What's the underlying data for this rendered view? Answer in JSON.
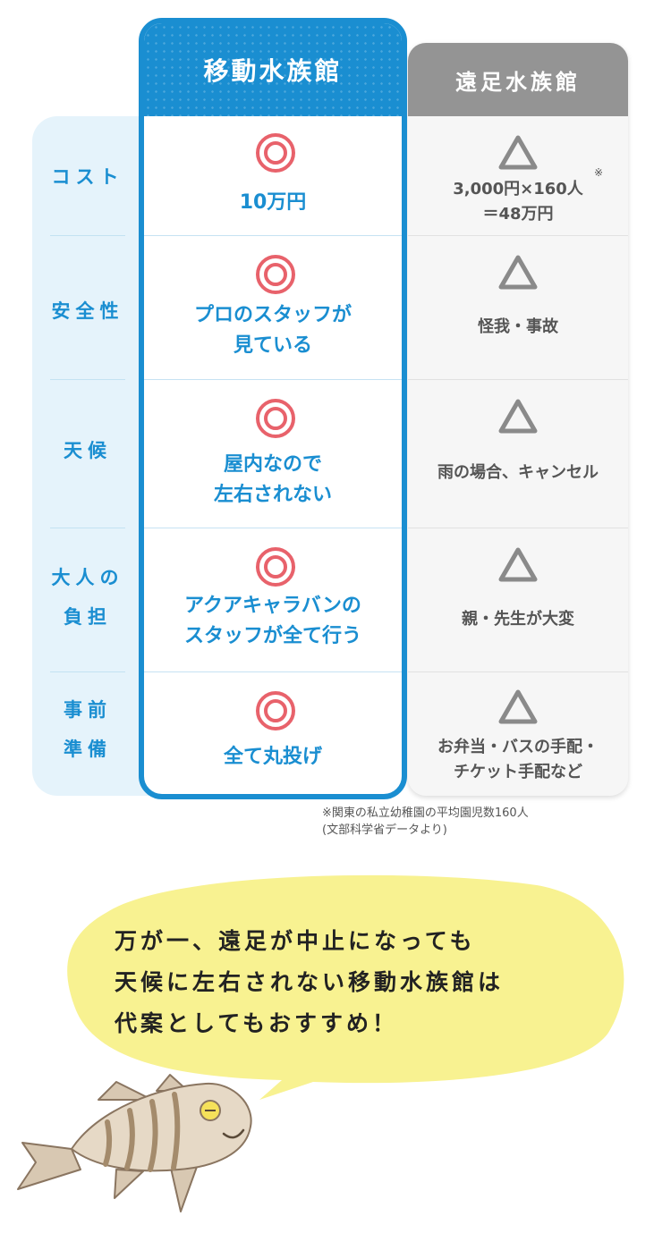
{
  "header": {
    "mobile_aquarium": "移動水族館",
    "field_trip_aquarium": "遠足水族館"
  },
  "rows": [
    {
      "label": "コスト",
      "mobile_text": "10万円",
      "trip_text": "3,000円×160人\n＝48万円",
      "trip_mark": "triangle",
      "mobile_mark": "double-circle"
    },
    {
      "label": "安全性",
      "mobile_text": "プロのスタッフが\n見ている",
      "trip_text": "怪我・事故",
      "trip_mark": "triangle",
      "mobile_mark": "double-circle"
    },
    {
      "label": "天候",
      "mobile_text": "屋内なので\n左右されない",
      "trip_text": "雨の場合、キャンセル",
      "trip_mark": "triangle",
      "mobile_mark": "double-circle"
    },
    {
      "label": "大人の\n負担",
      "mobile_text": "アクアキャラバンの\nスタッフが全て行う",
      "trip_text": "親・先生が大変",
      "trip_mark": "triangle",
      "mobile_mark": "double-circle"
    },
    {
      "label": "事前\n準備",
      "mobile_text": "全て丸投げ",
      "trip_text": "お弁当・バスの手配・\nチケット手配など",
      "trip_mark": "triangle",
      "mobile_mark": "double-circle"
    }
  ],
  "cost_note_mark": "※",
  "footnote": "※関東の私立幼稚園の平均園児数160人\n(文部科学省データより)",
  "speech_bubble": {
    "line1": "万が一、遠足が中止になっても",
    "line2": "天候に左右されない移動水族館は",
    "line3": "代案としてもおすすめ！"
  },
  "colors": {
    "accent_blue": "#1a8ed1",
    "light_blue_bg": "#e5f3fb",
    "gray_header": "#949494",
    "mark_red": "#e8626b",
    "bubble_yellow": "#f8f291"
  },
  "icons": {
    "good_mark": "double-circle-icon",
    "fair_mark": "triangle-icon",
    "mascot": "shark-mascot-icon"
  }
}
